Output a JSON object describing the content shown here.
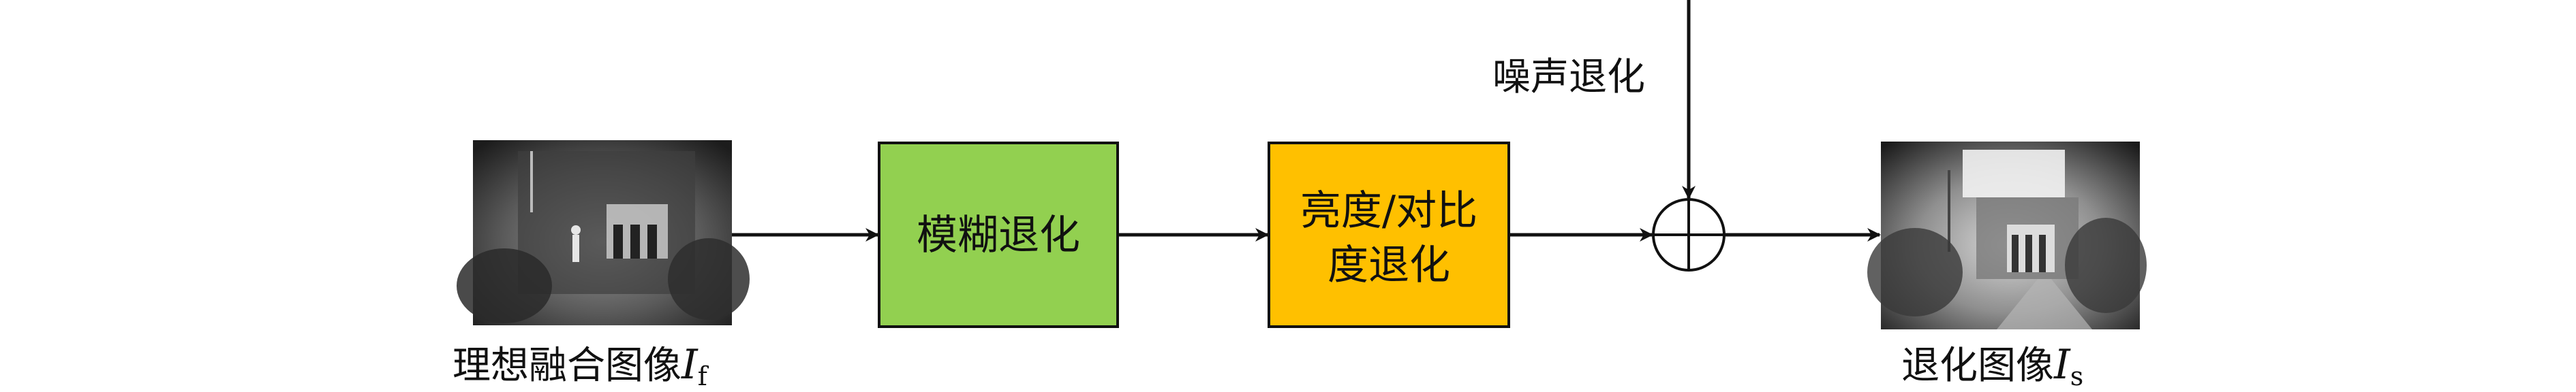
{
  "input": {
    "label": "理想融合图像",
    "symbol": "I",
    "subscript": "f"
  },
  "blur": {
    "label": "模糊退化",
    "fill": "#92d050"
  },
  "brightness": {
    "line1": "亮度/对比",
    "line2": "度退化",
    "fill": "#ffc000"
  },
  "noise": {
    "label": "噪声退化",
    "operator": "⊕"
  },
  "output": {
    "label": "退化图像",
    "symbol": "I",
    "subscript": "s"
  }
}
